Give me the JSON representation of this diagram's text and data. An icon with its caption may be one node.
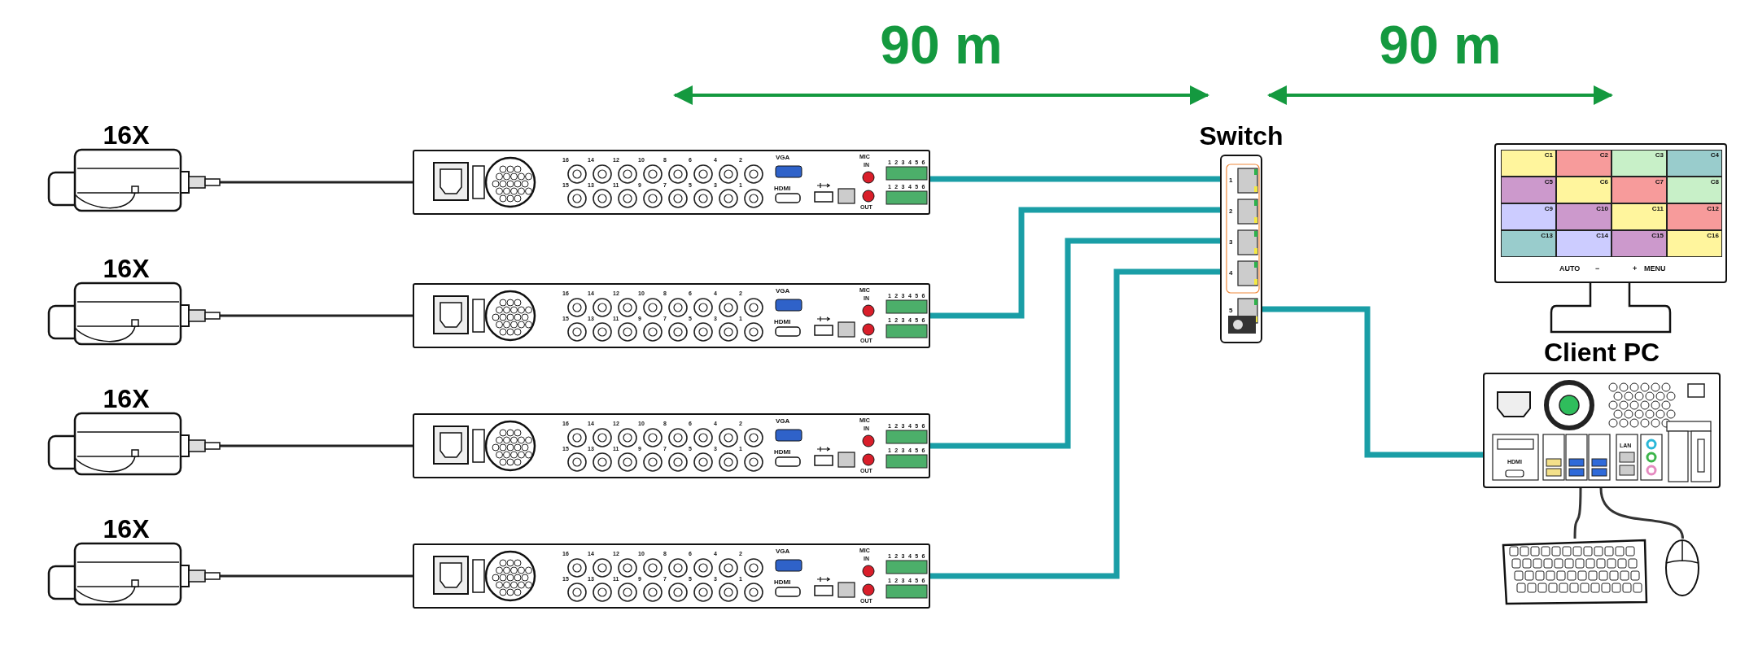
{
  "diagram": {
    "nodes": [
      {
        "text": [
          "16X"
        ]
      },
      {
        "text": [
          "16X"
        ]
      },
      {
        "text": [
          "16X"
        ]
      },
      {
        "text": [
          "16X"
        ]
      },
      {
        "text": [
          "16",
          "14",
          "12",
          "10",
          "8",
          "6",
          "4",
          "2",
          "15",
          "13",
          "11",
          "9",
          "7",
          "5",
          "3",
          "1",
          "VGA",
          "HDMI",
          "MIC",
          "IN",
          "OUT",
          "1",
          "2",
          "3",
          "4",
          "5",
          "6",
          "1",
          "2",
          "3",
          "4",
          "5",
          "6"
        ]
      },
      {
        "text": [
          "16",
          "14",
          "12",
          "10",
          "8",
          "6",
          "4",
          "2",
          "15",
          "13",
          "11",
          "9",
          "7",
          "5",
          "3",
          "1",
          "VGA",
          "HDMI",
          "MIC",
          "IN",
          "OUT",
          "1",
          "2",
          "3",
          "4",
          "5",
          "6",
          "1",
          "2",
          "3",
          "4",
          "5",
          "6"
        ]
      },
      {
        "text": [
          "16",
          "14",
          "12",
          "10",
          "8",
          "6",
          "4",
          "2",
          "15",
          "13",
          "11",
          "9",
          "7",
          "5",
          "3",
          "1",
          "VGA",
          "HDMI",
          "MIC",
          "IN",
          "OUT",
          "1",
          "2",
          "3",
          "4",
          "5",
          "6",
          "1",
          "2",
          "3",
          "4",
          "5",
          "6"
        ]
      },
      {
        "text": [
          "16",
          "14",
          "12",
          "10",
          "8",
          "6",
          "4",
          "2",
          "15",
          "13",
          "11",
          "9",
          "7",
          "5",
          "3",
          "1",
          "VGA",
          "HDMI",
          "MIC",
          "IN",
          "OUT",
          "1",
          "2",
          "3",
          "4",
          "5",
          "6",
          "1",
          "2",
          "3",
          "4",
          "5",
          "6"
        ]
      },
      {
        "text": [
          "Switch",
          "1",
          "2",
          "3",
          "4",
          "5"
        ]
      },
      {
        "text": [
          "C1",
          "C2",
          "C3",
          "C4",
          "C5",
          "C6",
          "C7",
          "C8",
          "C9",
          "C10",
          "C11",
          "C12",
          "C13",
          "C14",
          "C15",
          "C16",
          "AUTO",
          "−",
          "+",
          "MENU"
        ]
      },
      {
        "text": [
          "Client PC",
          "LAN",
          "HDMI"
        ]
      },
      {
        "text": [],
        "shape": "picture"
      },
      {
        "text": [],
        "shape": "picture"
      }
    ],
    "edges": [
      {
        "from": 0,
        "to": 4,
        "arrow": "none",
        "color": "#222222"
      },
      {
        "from": 1,
        "to": 5,
        "arrow": "none",
        "color": "#222222"
      },
      {
        "from": 2,
        "to": 6,
        "arrow": "none",
        "color": "#222222"
      },
      {
        "from": 3,
        "to": 7,
        "arrow": "none",
        "color": "#222222"
      },
      {
        "from": 4,
        "to": 8,
        "arrow": "none",
        "style": "thick"
      },
      {
        "from": 5,
        "to": 8,
        "arrow": "none",
        "style": "thick"
      },
      {
        "from": 6,
        "to": 8,
        "arrow": "none",
        "style": "thick"
      },
      {
        "from": 7,
        "to": 8,
        "arrow": "none",
        "style": "thick"
      },
      {
        "from": 8,
        "to": 10,
        "arrow": "none",
        "style": "thick"
      },
      {
        "from": 10,
        "to": 11,
        "arrow": "none",
        "color": "#333333"
      },
      {
        "from": 10,
        "to": 12,
        "arrow": "none",
        "color": "#333333"
      }
    ],
    "labels": [
      "90 m",
      "90 m"
    ]
  }
}
